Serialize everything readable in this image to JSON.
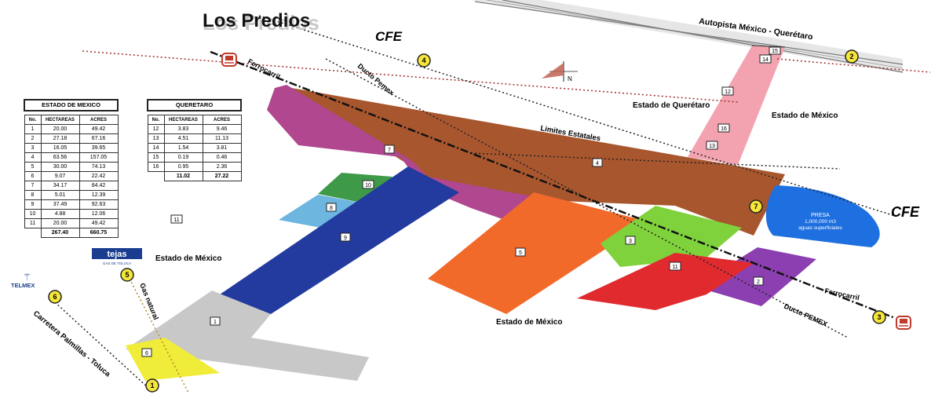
{
  "title": "Los Predios",
  "labels": {
    "autopista": "Autopista México - Querétaro",
    "cfe_top": "CFE",
    "cfe_right": "CFE",
    "ferrocarril_top": "Ferrocarril",
    "ferrocarril_bottom": "Ferrocarril",
    "ducto_top": "Ducto Pemex",
    "ducto_bottom": "Ducto PEMEX",
    "limites": "Limites Estatales",
    "edo_queretaro": "Estado de Querétaro",
    "edo_mexico_right": "Estado de México",
    "edo_mexico_left": "Estado de México",
    "edo_mexico_bottom": "Estado de México",
    "gas": "Gas natural",
    "carretera": "Carretera Palmillas - Toluca",
    "north": "N",
    "telmex": "TELMEX",
    "tejas": "tejas",
    "tejas_sub": "GAS DE TOLUCA",
    "presa_1": "PRESA",
    "presa_2": "1,000,000 m3",
    "presa_3": "aguas superficiales"
  },
  "markers": [
    "1",
    "2",
    "3",
    "4",
    "5",
    "6",
    "7"
  ],
  "lots": [
    "1",
    "2",
    "3",
    "4",
    "5",
    "6",
    "7",
    "8",
    "9",
    "10",
    "11",
    "12",
    "13",
    "14",
    "15",
    "16"
  ],
  "isolated_lot": "11",
  "colors": {
    "lot1": "#c8c8c8",
    "lot2": "#8c3fb0",
    "lot3": "#7fd23c",
    "lot4": "#a8562e",
    "lot5": "#f26a2a",
    "lot6": "#f0ec3a",
    "lot7": "#b0478f",
    "lot8": "#6cb6e0",
    "lot9": "#233a9e",
    "lot10": "#3e9a48",
    "lot11": "#e02a2e",
    "queretaro": "#f3a3b0",
    "presa": "#1e6fe0",
    "marker": "#f5e63a"
  },
  "table_mexico": {
    "caption": "ESTADO DE MEXICO",
    "headers": [
      "No.",
      "HECTAREAS",
      "ACRES"
    ],
    "rows": [
      [
        "1",
        "20.00",
        "49.42"
      ],
      [
        "2",
        "27.18",
        "67.16"
      ],
      [
        "3",
        "16.05",
        "39.65"
      ],
      [
        "4",
        "63.56",
        "157.05"
      ],
      [
        "5",
        "30.00",
        "74.13"
      ],
      [
        "6",
        "9.07",
        "22.42"
      ],
      [
        "7",
        "34.17",
        "84.42"
      ],
      [
        "8",
        "5.01",
        "12.39"
      ],
      [
        "9",
        "37.49",
        "92.63"
      ],
      [
        "10",
        "4.88",
        "12.06"
      ],
      [
        "11",
        "20.00",
        "49.42"
      ]
    ],
    "total": [
      "267.40",
      "660.75"
    ]
  },
  "table_queretaro": {
    "caption": "QUERETARO",
    "headers": [
      "No.",
      "HECTAREAS",
      "ACRES"
    ],
    "rows": [
      [
        "12",
        "3.83",
        "9.46"
      ],
      [
        "13",
        "4.51",
        "11.13"
      ],
      [
        "14",
        "1.54",
        "3.81"
      ],
      [
        "15",
        "0.19",
        "0.46"
      ],
      [
        "16",
        "0.95",
        "2.36"
      ]
    ],
    "total": [
      "11.02",
      "27.22"
    ]
  }
}
